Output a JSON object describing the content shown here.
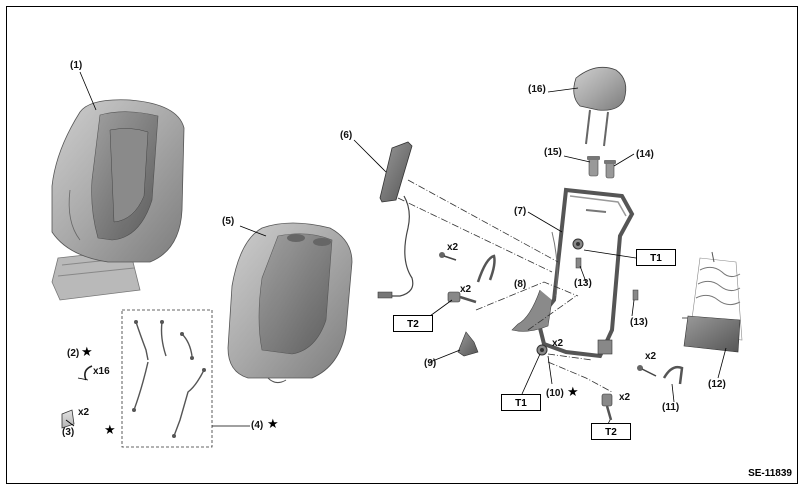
{
  "callouts": {
    "c1": "(1)",
    "c2": "(2)",
    "c3": "(3)",
    "c4": "(4)",
    "c5": "(5)",
    "c6": "(6)",
    "c7": "(7)",
    "c8": "(8)",
    "c9": "(9)",
    "c10": "(10)",
    "c11": "(11)",
    "c12": "(12)",
    "c13a": "(13)",
    "c13b": "(13)",
    "c14": "(14)",
    "c15": "(15)",
    "c16": "(16)"
  },
  "quantities": {
    "q_clip": "x16",
    "q_hook": "x2",
    "q_screw6": "x2",
    "q_bolt": "x2",
    "q_nut": "x2",
    "q_screw11": "x2",
    "q_bolt_low": "x2"
  },
  "torque_labels": {
    "t1a": "T1",
    "t1b": "T1",
    "t2a": "T2",
    "t2b": "T2"
  },
  "star_symbol": "★",
  "figure_code": "SE-11839"
}
